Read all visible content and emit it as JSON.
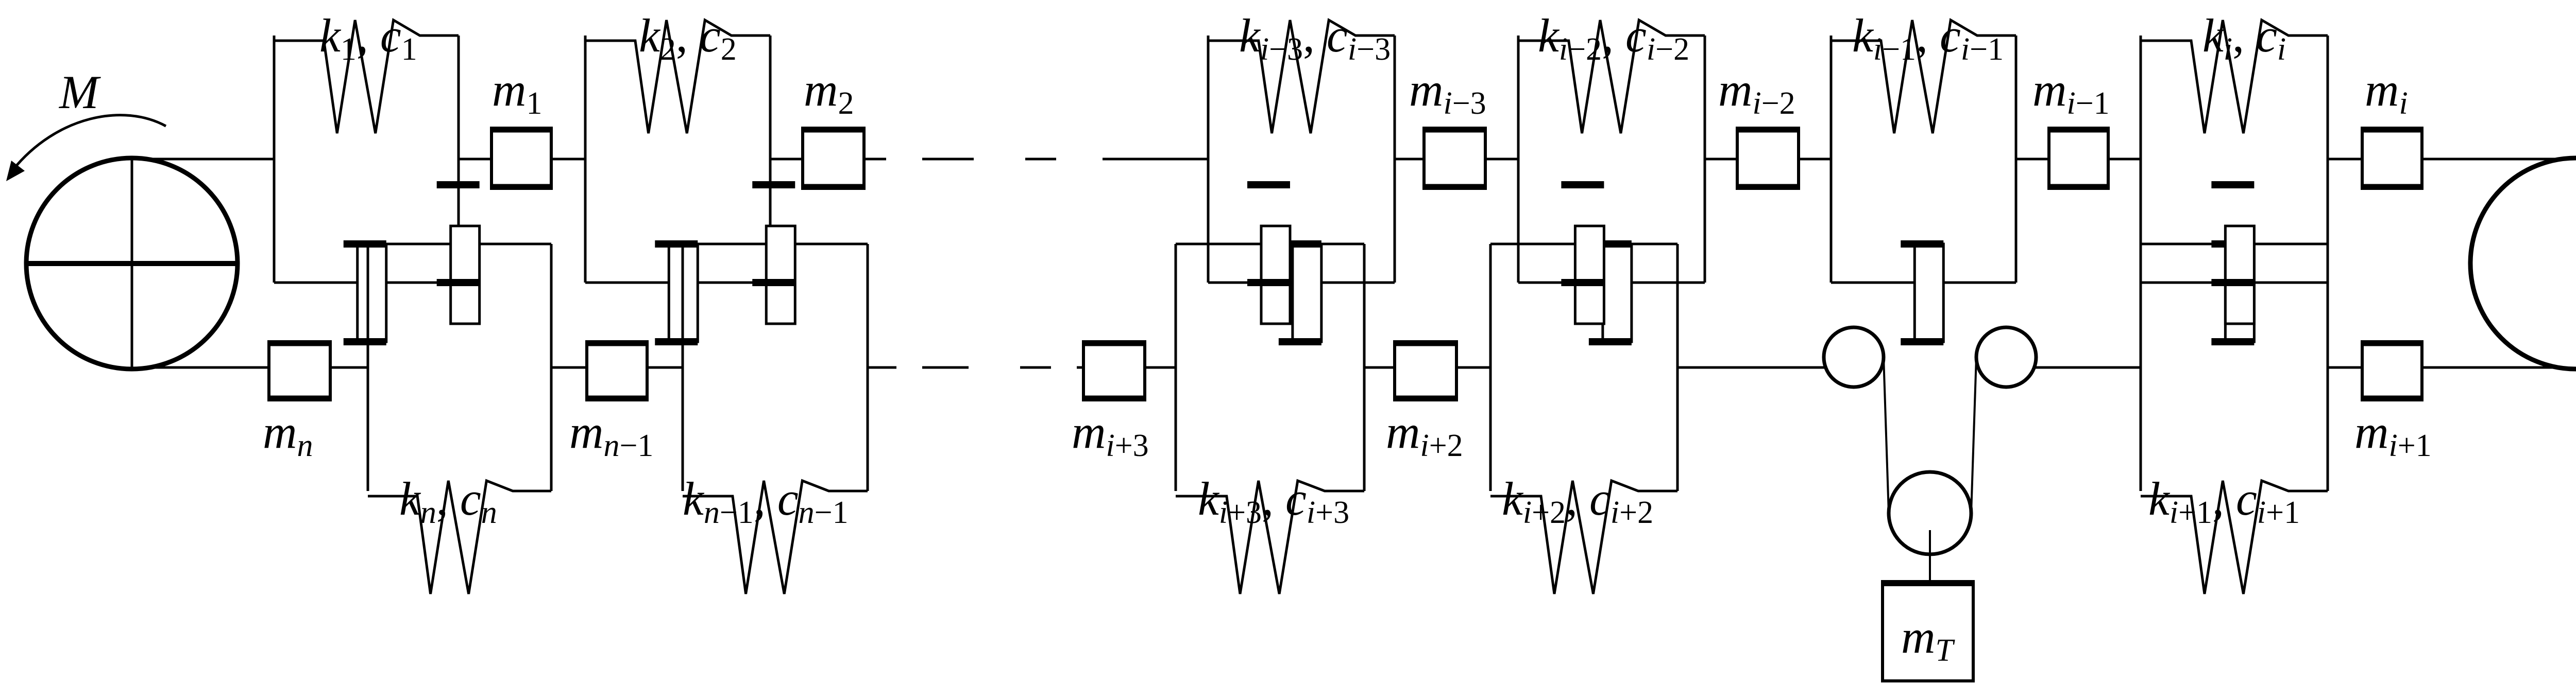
{
  "figure": {
    "description": "Mechanical model of a belt/chain drive: driving drum with torque M, chain of masses connected by spring-damper units, tensioning pulley with mass m_T, driven drum",
    "torque_label": "M",
    "colors": {
      "line": "#000000",
      "background": "#ffffff"
    }
  },
  "top_row": {
    "units": [
      {
        "k": "k",
        "k_sub": "1",
        "c": "c",
        "c_sub": "1"
      },
      {
        "k": "k",
        "k_sub": "2",
        "c": "c",
        "c_sub": "2"
      },
      {
        "k": "k",
        "k_sub_i": "i",
        "k_sub": "−3",
        "c": "c",
        "c_sub_i": "i",
        "c_sub": "−3"
      },
      {
        "k": "k",
        "k_sub_i": "i",
        "k_sub": "−2",
        "c": "c",
        "c_sub_i": "i",
        "c_sub": "−2"
      },
      {
        "k": "k",
        "k_sub_i": "i",
        "k_sub": "−1",
        "c": "c",
        "c_sub_i": "i",
        "c_sub": "−1"
      },
      {
        "k": "k",
        "k_sub_i": "i",
        "k_sub": "",
        "c": "c",
        "c_sub_i": "i",
        "c_sub": ""
      }
    ],
    "masses": [
      {
        "m": "m",
        "sub_i": "",
        "sub": "1"
      },
      {
        "m": "m",
        "sub_i": "",
        "sub": "2"
      },
      {
        "m": "m",
        "sub_i": "i",
        "sub": "−3"
      },
      {
        "m": "m",
        "sub_i": "i",
        "sub": "−2"
      },
      {
        "m": "m",
        "sub_i": "i",
        "sub": "−1"
      },
      {
        "m": "m",
        "sub_i": "i",
        "sub": ""
      }
    ]
  },
  "bottom_row": {
    "units": [
      {
        "k": "k",
        "k_sub_i": "n",
        "k_sub": "",
        "c": "c",
        "c_sub_i": "n",
        "c_sub": ""
      },
      {
        "k": "k",
        "k_sub_i": "n",
        "k_sub": "−1",
        "c": "c",
        "c_sub_i": "n",
        "c_sub": "−1"
      },
      {
        "k": "k",
        "k_sub_i": "i",
        "k_sub": "+3",
        "c": "c",
        "c_sub_i": "i",
        "c_sub": "+3"
      },
      {
        "k": "k",
        "k_sub_i": "i",
        "k_sub": "+2",
        "c": "c",
        "c_sub_i": "i",
        "c_sub": "+2"
      },
      {
        "k": "k",
        "k_sub_i": "i",
        "k_sub": "+1",
        "c": "c",
        "c_sub_i": "i",
        "c_sub": "+1"
      }
    ],
    "masses": [
      {
        "m": "m",
        "sub_i": "n",
        "sub": ""
      },
      {
        "m": "m",
        "sub_i": "n",
        "sub": "−1"
      },
      {
        "m": "m",
        "sub_i": "i",
        "sub": "+3"
      },
      {
        "m": "m",
        "sub_i": "i",
        "sub": "+2"
      },
      {
        "m": "m",
        "sub_i": "i",
        "sub": "+1"
      }
    ]
  },
  "tensioner": {
    "m": "m",
    "sub_i": "T",
    "sub": ""
  }
}
